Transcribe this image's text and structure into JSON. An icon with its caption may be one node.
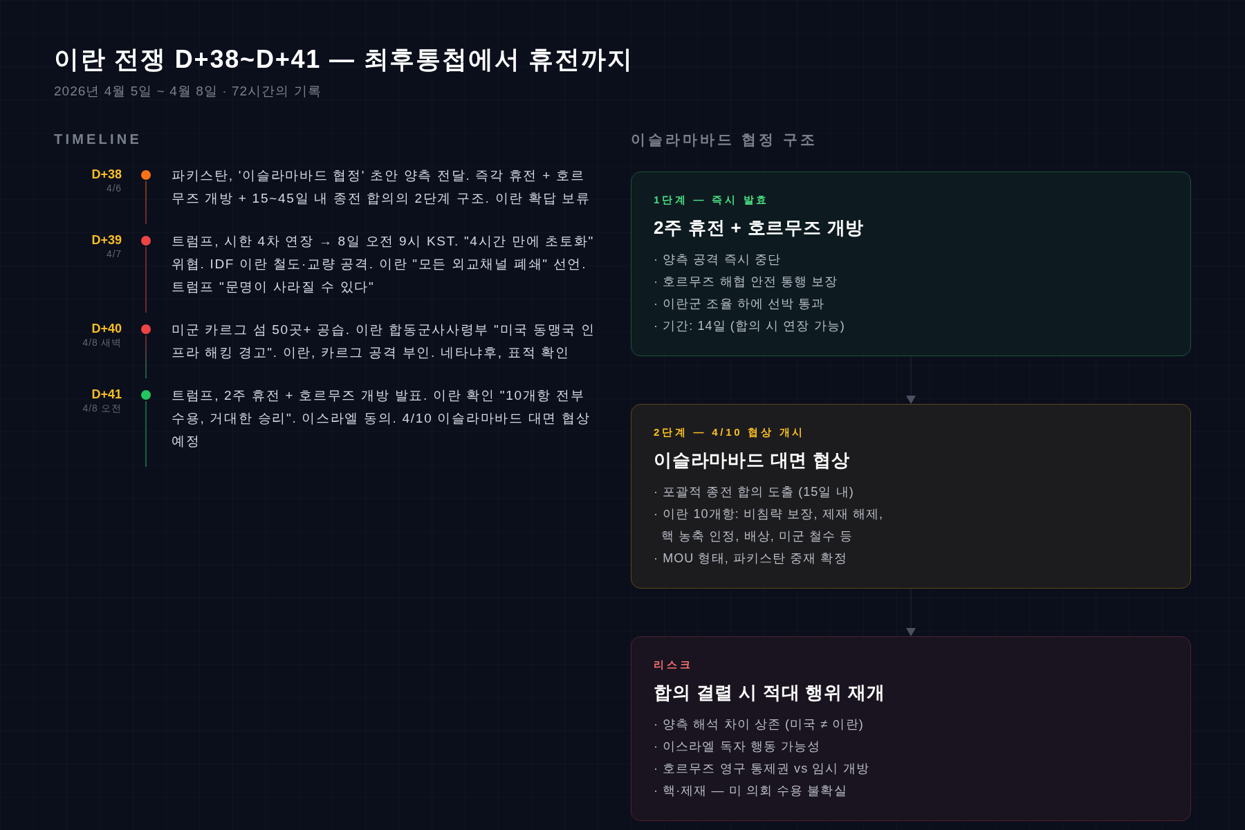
{
  "diagram": {
    "title": "이란 전쟁 D+38~D+41 — 최후통첩에서 휴전까지",
    "nodes": [
      {
        "text": [
          "1단계 — 즉시 발효",
          "2주 휴전 + 호르무즈 개방",
          "· 양측 공격 즉시 중단",
          "· 호르무즈 해협 안전 통행 보장",
          "· 이란군 조율 하에 선박 통과",
          "· 기간: 14일 (합의 시 연장 가능)"
        ]
      },
      {
        "text": [
          "2단계 — 4/10 협상 개시",
          "이슬라마바드 대면 협상",
          "· 포괄적 종전 합의 도출 (15일 내)",
          "· 이란 10개항: 비침략 보장, 제재 해제, 핵 농축 인정, 배상, 미군 철수 등",
          "· MOU 형태, 파키스탄 중재 확정"
        ]
      },
      {
        "text": [
          "리스크",
          "합의 결렬 시 적대 행위 재개",
          "· 양측 해석 차이 상존 (미국 ≠ 이란)",
          "· 이스라엘 독자 행동 가능성",
          "· 호르무즈 영구 통제권 vs 임시 개방",
          "· 핵·제재 — 미 의회 수용 불확실"
        ]
      }
    ],
    "edges": [
      {
        "from": 0,
        "to": 1,
        "arrow": "to"
      },
      {
        "from": 1,
        "to": 2,
        "arrow": "to"
      }
    ],
    "labels": [
      "2026년 4월 5일 ~ 4월 8일 · 72시간의 기록",
      "TIMELINE",
      "이슬라마바드 협정 구조",
      "D+38",
      "4/6",
      "파키스탄, '이슬라마바드 협정' 초안 양측 전달. 즉각 휴전 + 호르무즈 개방 + 15~45일 내 종전 합의의 2단계 구조. 이란 확답 보류",
      "D+39",
      "4/7",
      "트럼프, 시한 4차 연장 → 8일 오전 9시 KST. \"4시간 만에 초토화\" 위협. IDF 이란 철도·교량 공격. 이란 \"모든 외교채널 폐쇄\" 선언. 트럼프 \"문명이 사라질 수 있다\"",
      "D+40",
      "4/8 새벽",
      "미군 카르그 섬 50곳+ 공습. 이란 합동군사사령부 \"미국 동맹국 인프라 해킹 경고\". 이란, 카르그 공격 부인. 네타냐후, 표적 확인",
      "D+41",
      "4/8 오전",
      "트럼프, 2주 휴전 + 호르무즈 개방 발표. 이란 확인 \"10개항 전부 수용, 거대한 승리\". 이스라엘 동의. 4/10 이슬라마바드 대면 협상 예정"
    ]
  }
}
